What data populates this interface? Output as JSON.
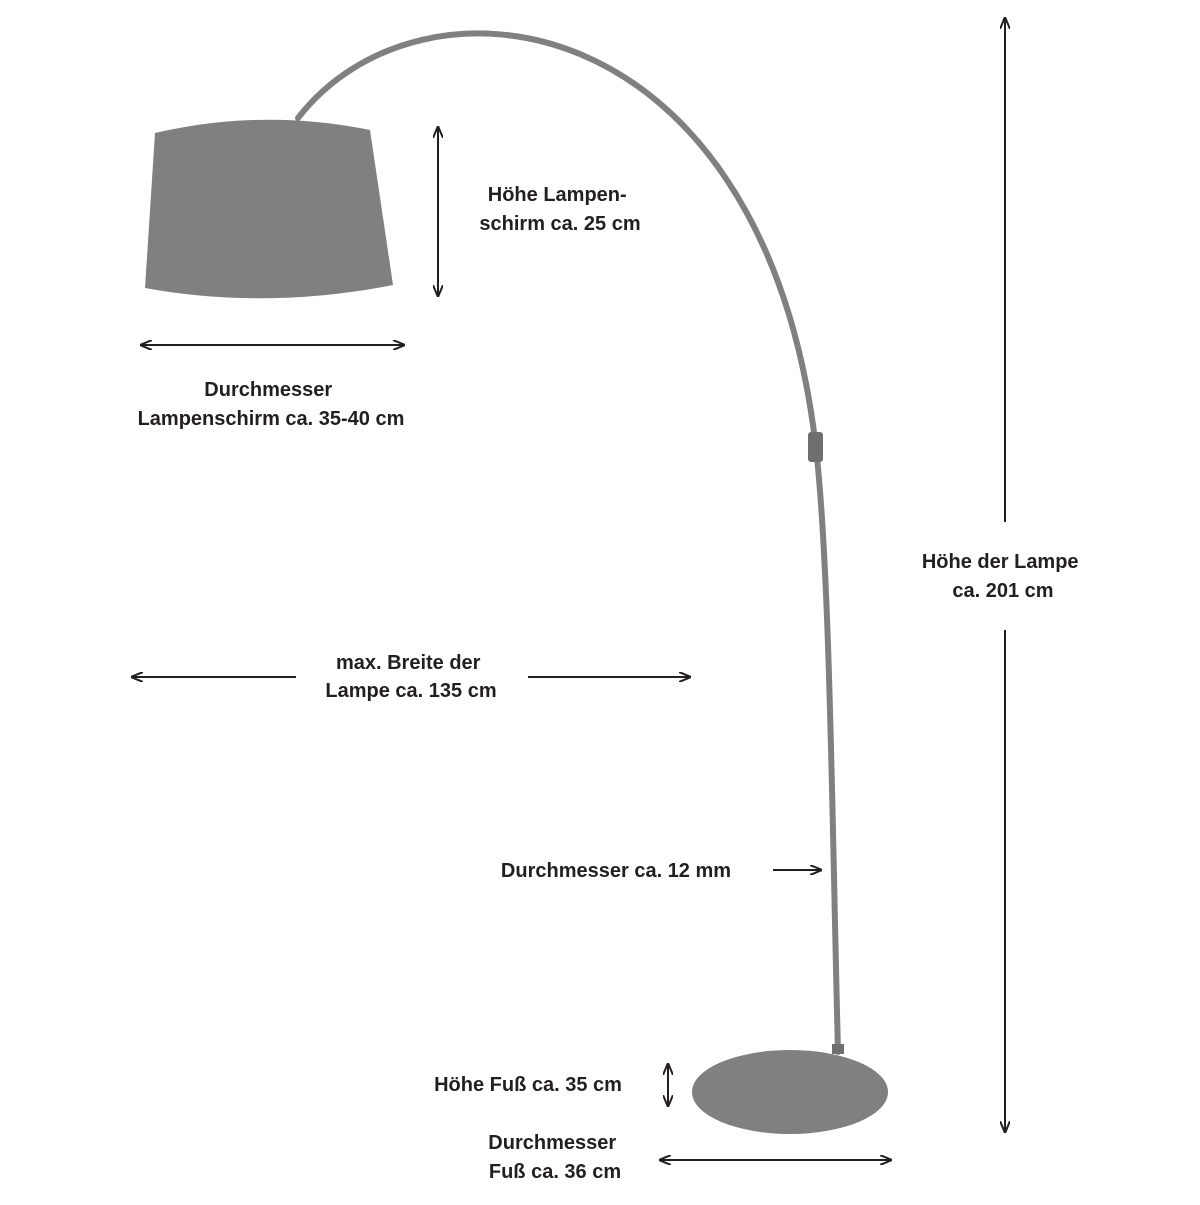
{
  "diagram": {
    "colors": {
      "lamp": "#808080",
      "lamp_dark": "#6f6f6f",
      "dimension": "#231f20",
      "background": "#ffffff"
    },
    "labels": {
      "shade_height": [
        "Höhe Lampen-",
        "schirm ca. 25 cm"
      ],
      "shade_diameter": [
        "Durchmesser",
        "Lampenschirm ca. 35-40 cm"
      ],
      "max_width": [
        "max. Breite der",
        "Lampe ca. 135 cm"
      ],
      "lamp_height": [
        "Höhe der Lampe",
        "ca. 201 cm"
      ],
      "rod_diameter": [
        "Durchmesser ca. 12 mm"
      ],
      "base_height": [
        "Höhe Fuß ca. 35 cm"
      ],
      "base_diameter": [
        "Durchmesser",
        "Fuß ca. 36 cm"
      ]
    }
  }
}
